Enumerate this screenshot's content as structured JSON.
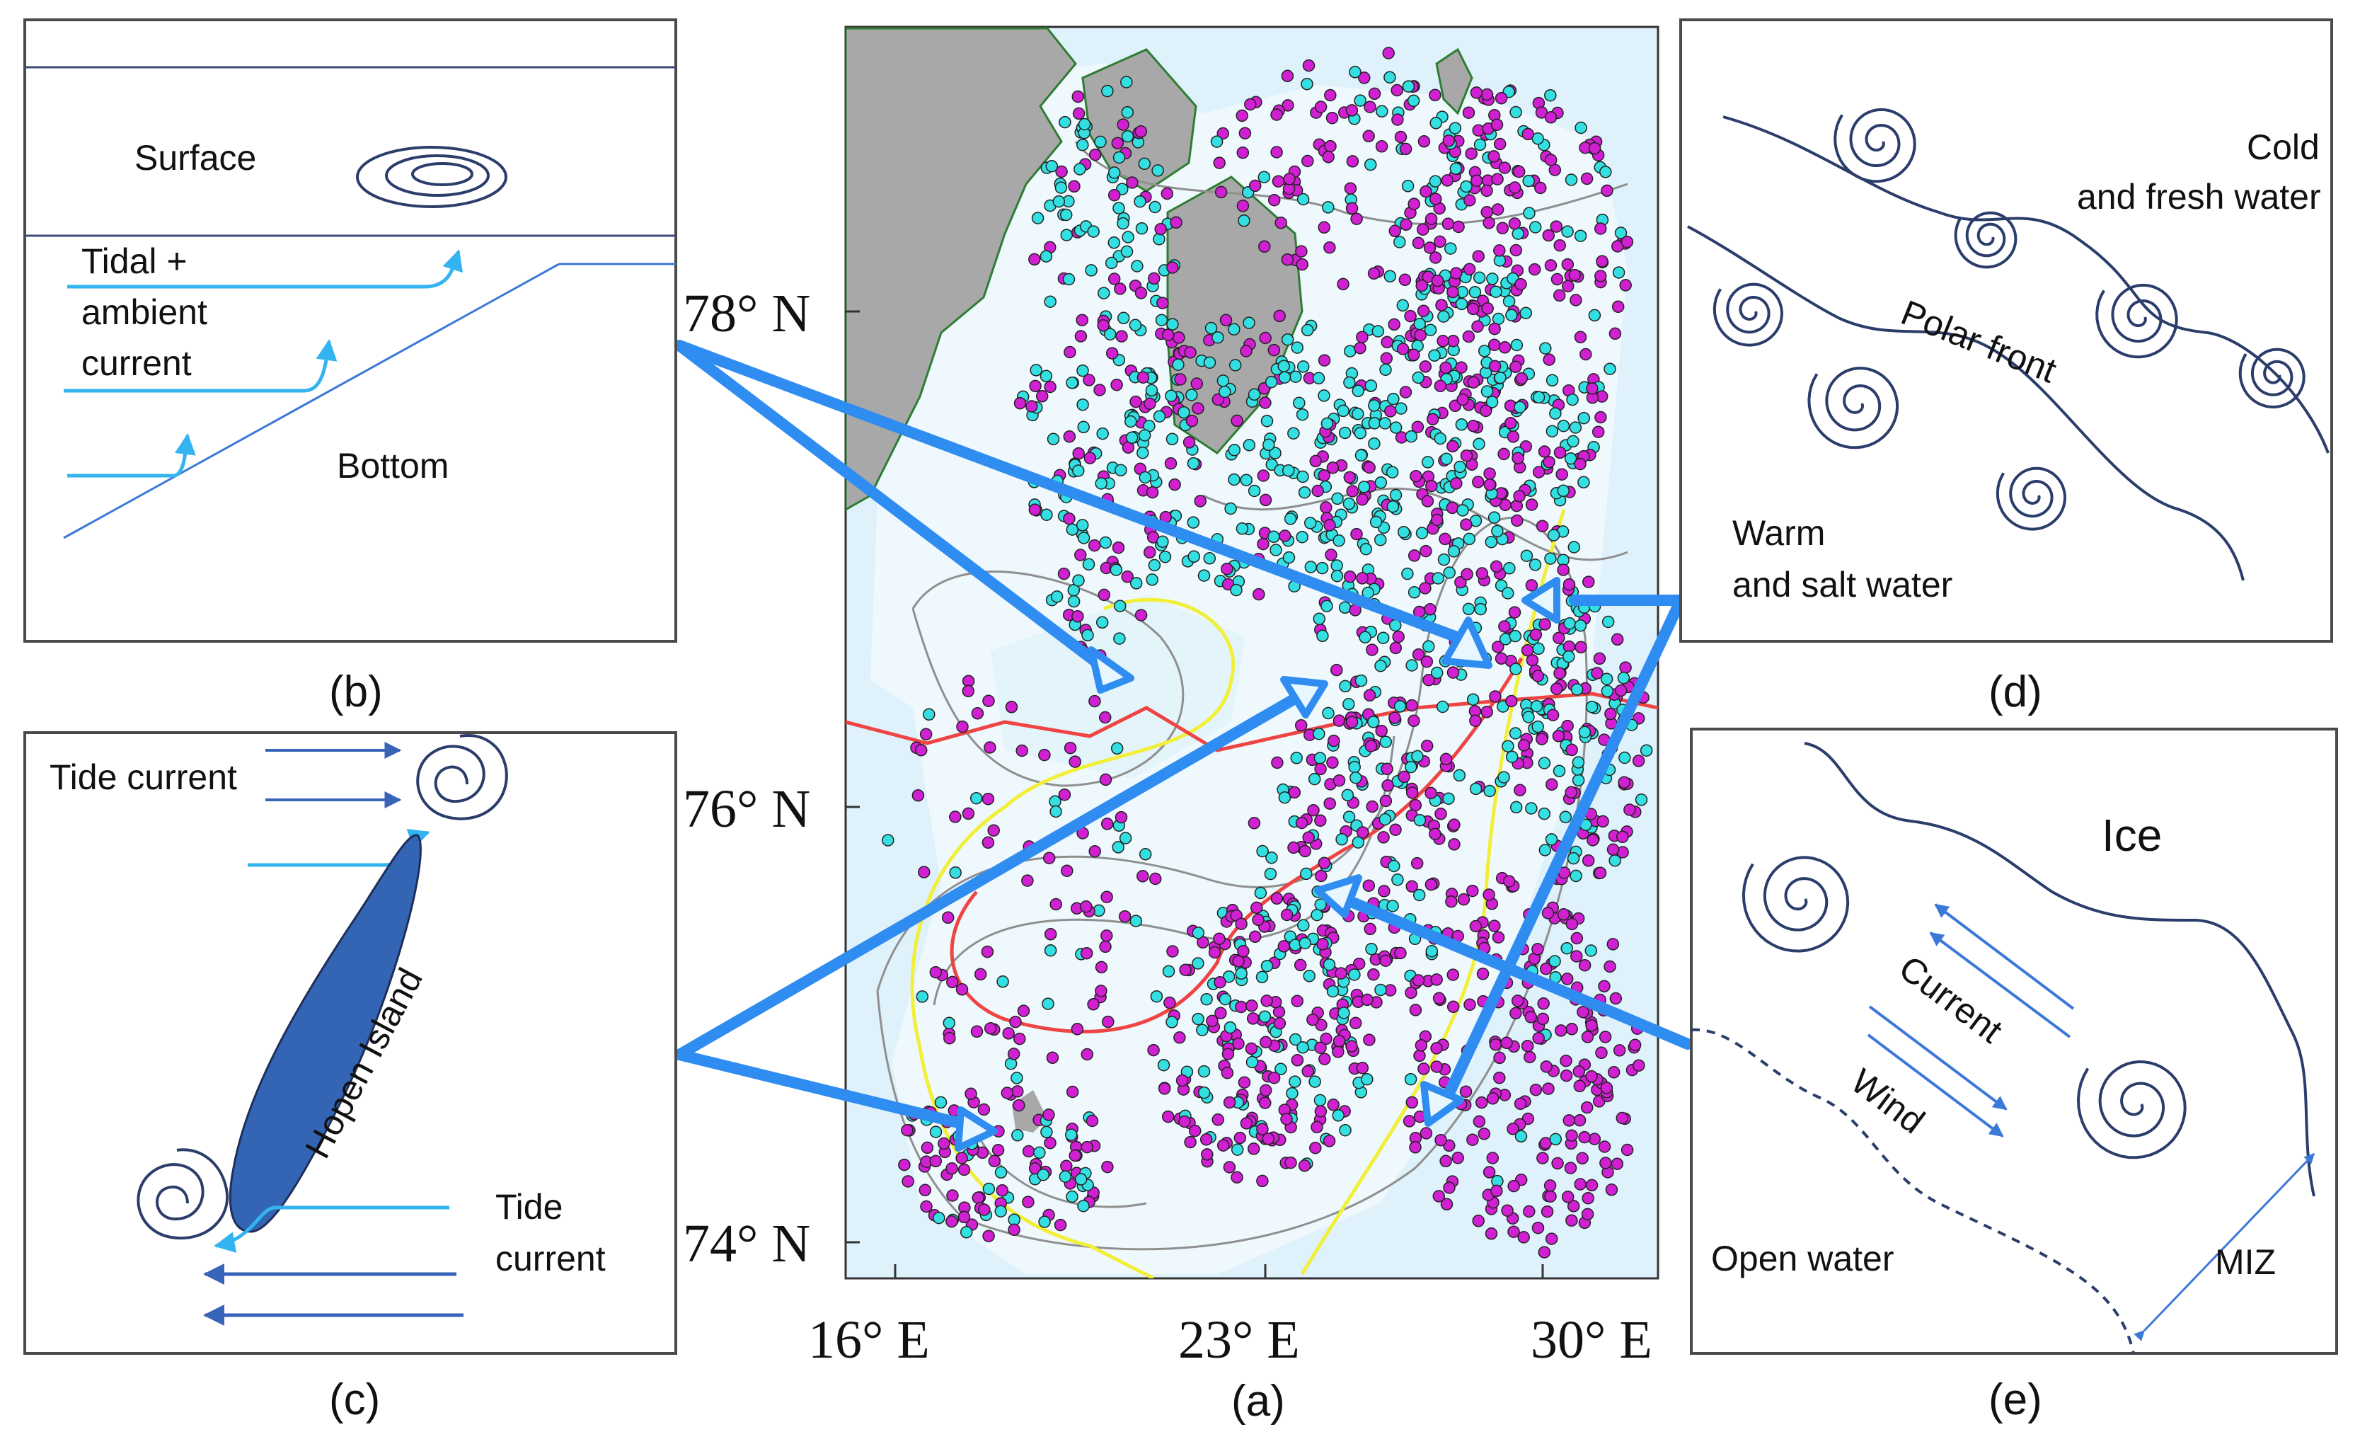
{
  "panels": {
    "a": {
      "caption": "(a)",
      "lat_labels": [
        "78° N",
        "76° N",
        "74° N"
      ],
      "lon_labels": [
        "16° E",
        "23° E",
        "30° E"
      ]
    },
    "b": {
      "caption": "(b)",
      "surface": "Surface",
      "current_lines": [
        "Tidal +",
        "ambient",
        "current"
      ],
      "bottom": "Bottom"
    },
    "c": {
      "caption": "(c)",
      "tide_current_top": "Tide current",
      "island": "Hopen Island",
      "tide_lines": [
        "Tide",
        "current"
      ]
    },
    "d": {
      "caption": "(d)",
      "cold_lines": [
        "Cold",
        "and fresh water"
      ],
      "front": "Polar front",
      "warm_lines": [
        "Warm",
        "and salt water"
      ]
    },
    "e": {
      "caption": "(e)",
      "ice": "Ice",
      "current": "Current",
      "wind": "Wind",
      "open_water": "Open water",
      "miz": "MIZ"
    }
  },
  "colors": {
    "arrow": "#2f8cf0",
    "cyan_dot": "#33dfe0",
    "magenta_dot": "#d020d2",
    "ocean": "#dff1fb",
    "land": "#a8a8a8",
    "yellow_line": "#f2ef38",
    "red_line": "#ef4444",
    "ink": "#1e2f5a"
  }
}
